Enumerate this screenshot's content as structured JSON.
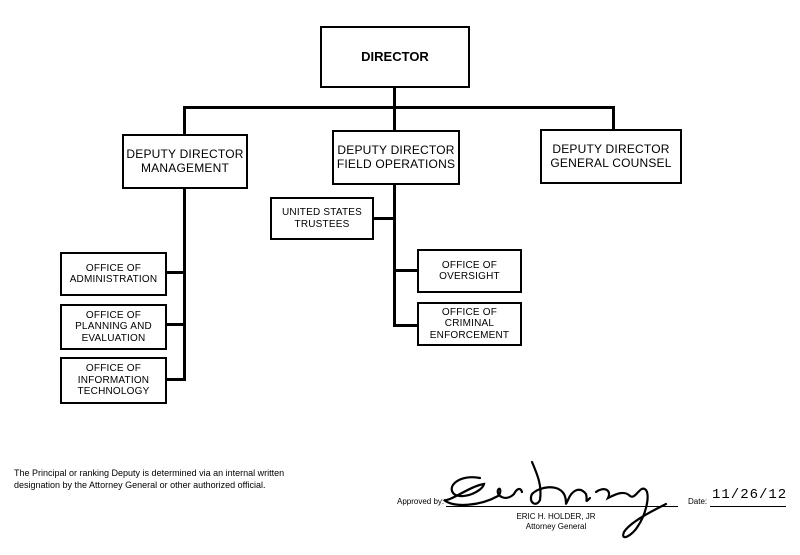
{
  "org_chart": {
    "director": "DIRECTOR",
    "deputy_management": "DEPUTY DIRECTOR\nMANAGEMENT",
    "deputy_field_ops": "DEPUTY DIRECTOR\nFIELD OPERATIONS",
    "deputy_general_counsel": "DEPUTY DIRECTOR\nGENERAL COUNSEL",
    "united_states_trustees": "UNITED STATES\nTRUSTEES",
    "office_administration": "OFFICE OF\nADMINISTRATION",
    "office_planning": "OFFICE OF\nPLANNING AND\nEVALUATION",
    "office_it": "OFFICE OF\nINFORMATION\nTECHNOLOGY",
    "office_oversight": "OFFICE OF\nOVERSIGHT",
    "office_criminal": "OFFICE OF\nCRIMINAL\nENFORCEMENT"
  },
  "footer": {
    "note": "The Principal or ranking Deputy is determined via an internal written designation by the Attorney General or other authorized official.",
    "approved_label": "Approved by:",
    "signer_name": "ERIC H. HOLDER, JR",
    "signer_title": "Attorney General",
    "date_label": "Date:",
    "date_value": "11/26/12"
  }
}
